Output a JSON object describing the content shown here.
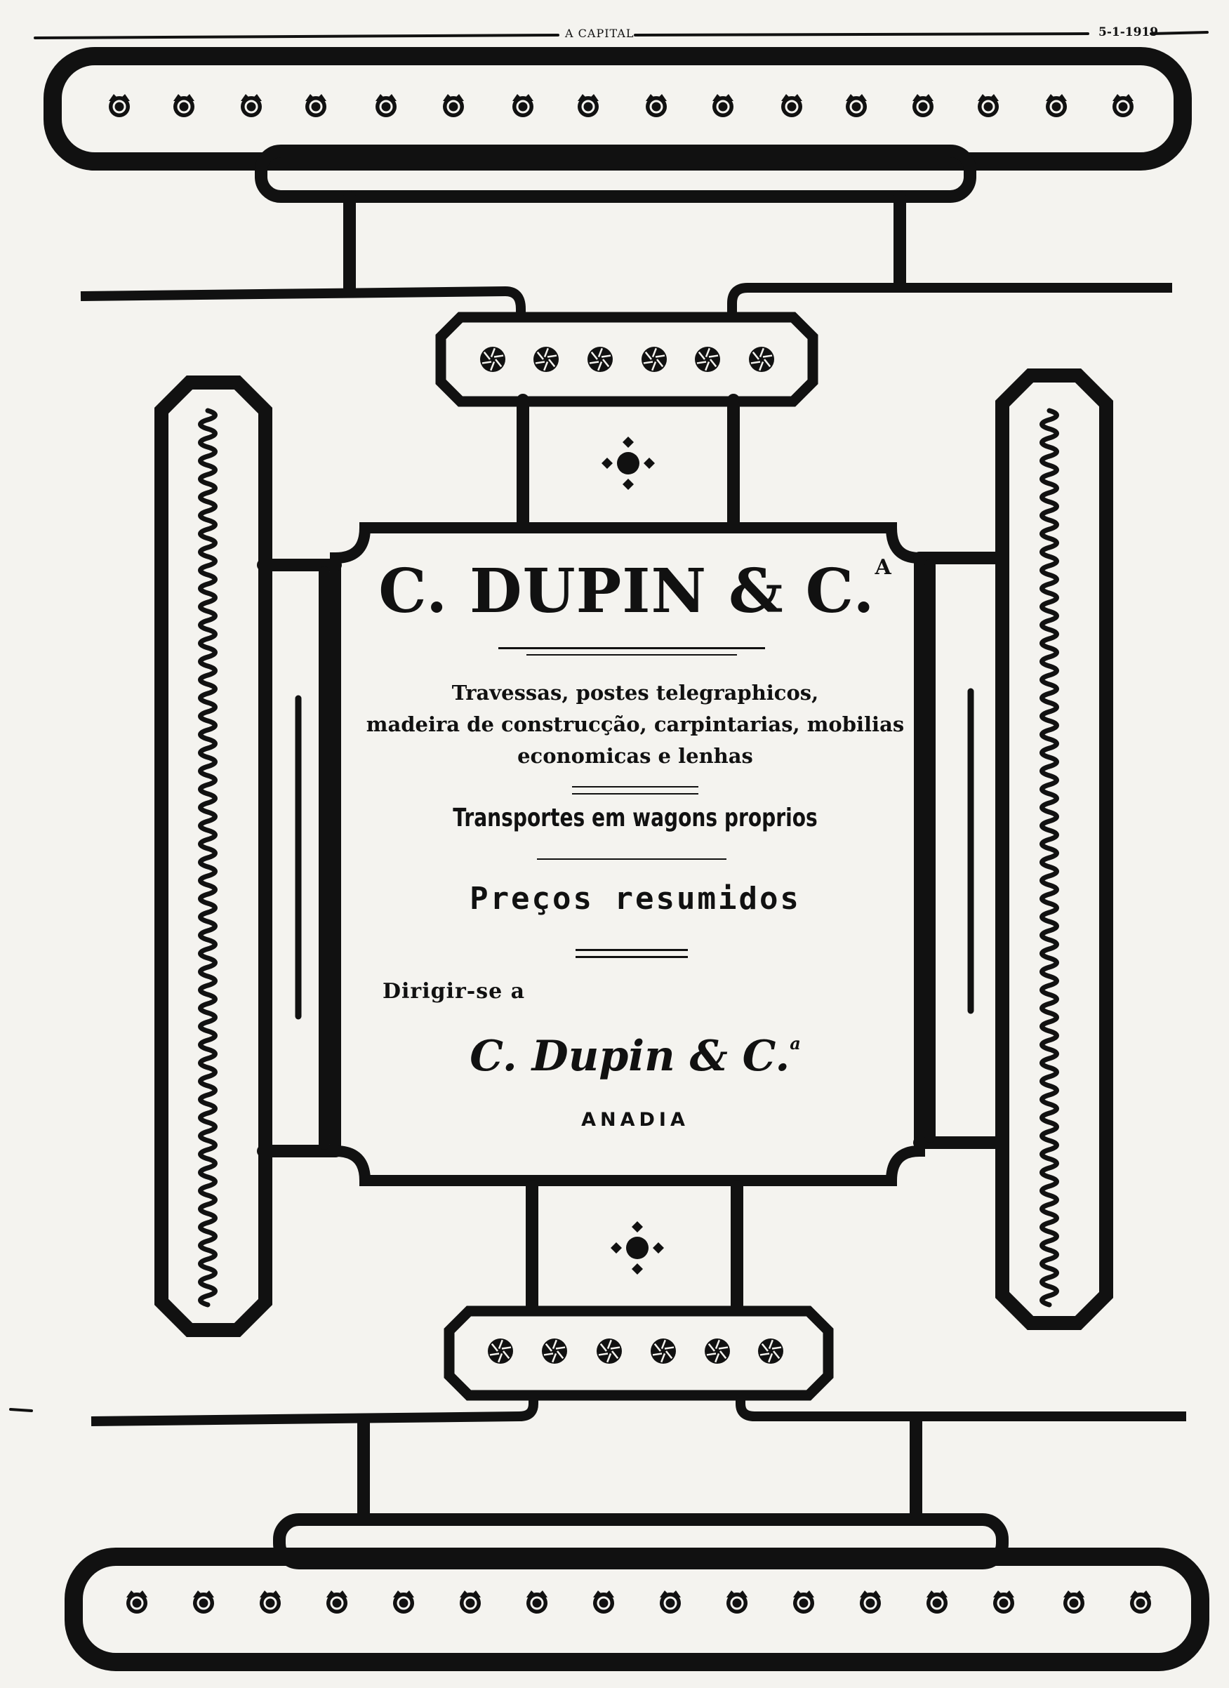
{
  "running_head": {
    "publication": "A CAPITAL",
    "date": "5-1-1919"
  },
  "advertisement": {
    "company_name": "C. DUPIN & C.",
    "company_name_superscript": "A",
    "goods_lines": [
      "Travessas, postes telegraphicos,",
      "madeira de construcção, carpintarias, mobilias",
      "economicas e lenhas"
    ],
    "transport_line": "Transportes em wagons proprios",
    "prices_line": "Preços resumidos",
    "direct_line": "Dirigir-se a",
    "signature_name": "C. Dupin & C.",
    "signature_superscript": "a",
    "town": "ANADIA"
  },
  "ornament": {
    "ink_color": "#111111",
    "paper_color": "#f4f3ef",
    "rosette_icon": "rosette-icon",
    "pinwheel_icon": "pinwheel-icon",
    "scroll_icon": "scroll-wave-icon",
    "diamond_cluster_icon": "diamond-cluster-icon"
  }
}
